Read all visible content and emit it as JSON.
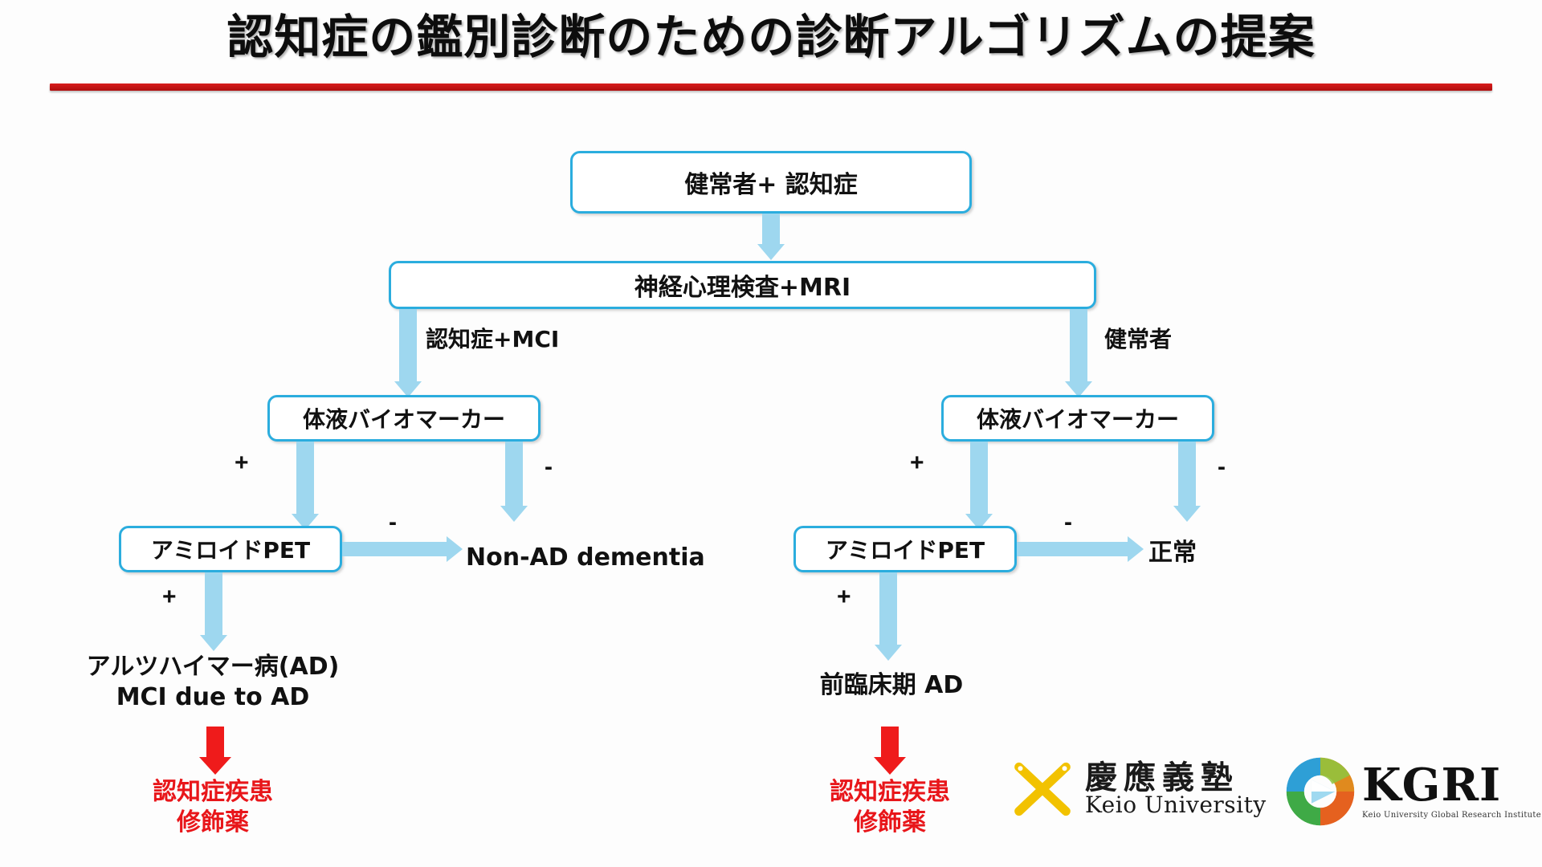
{
  "slide": {
    "title": "認知症の鑑別診断のための診断アルゴリズムの提案",
    "accent_red": "#d91c1c",
    "accent_blue": "#2badde",
    "arrow_blue": "#9ed7ef",
    "alert_red": "#ef1b1b"
  },
  "flow": {
    "root": {
      "label": "健常者+ 認知症"
    },
    "screening": {
      "label": "神経心理検査+MRI"
    },
    "branch_left_label": "認知症+MCI",
    "branch_right_label": "健常者",
    "left": {
      "biomarker": {
        "label": "体液バイオマーカー"
      },
      "biomarker_plus": "+",
      "biomarker_minus": "-",
      "pet": {
        "label": "アミロイドPET"
      },
      "pet_minus": "-",
      "pet_plus": "+",
      "negative_outcome": "Non-AD dementia",
      "positive_outcome": "アルツハイマー病(AD)\nMCI due to AD",
      "therapy": "認知症疾患\n修飾薬"
    },
    "right": {
      "biomarker": {
        "label": "体液バイオマーカー"
      },
      "biomarker_plus": "+",
      "biomarker_minus": "-",
      "pet": {
        "label": "アミロイドPET"
      },
      "pet_minus": "-",
      "pet_plus": "+",
      "negative_outcome": "正常",
      "positive_outcome": "前臨床期 AD",
      "therapy": "認知症疾患\n修飾薬"
    }
  },
  "logos": {
    "keio": {
      "jp": "慶應義塾",
      "en": "Keio University"
    },
    "kgri": {
      "main": "KGRI",
      "sub": "Keio University Global Research Institute"
    }
  }
}
